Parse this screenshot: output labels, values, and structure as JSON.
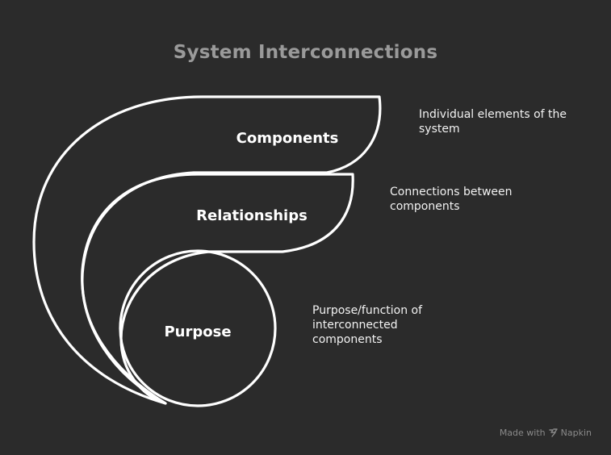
{
  "title": "System Interconnections",
  "layers": [
    {
      "label": "Components",
      "description": "Individual elements of the\nsystem"
    },
    {
      "label": "Relationships",
      "description": "Connections between\ncomponents"
    },
    {
      "label": "Purpose",
      "description": "Purpose/function of\ninterconnected\ncomponents"
    }
  ],
  "watermark": {
    "prefix": "Made with",
    "brand": "Napkin"
  },
  "colors": {
    "background": "#2b2b2b",
    "stroke": "#ffffff",
    "title": "#9a9a9a"
  }
}
